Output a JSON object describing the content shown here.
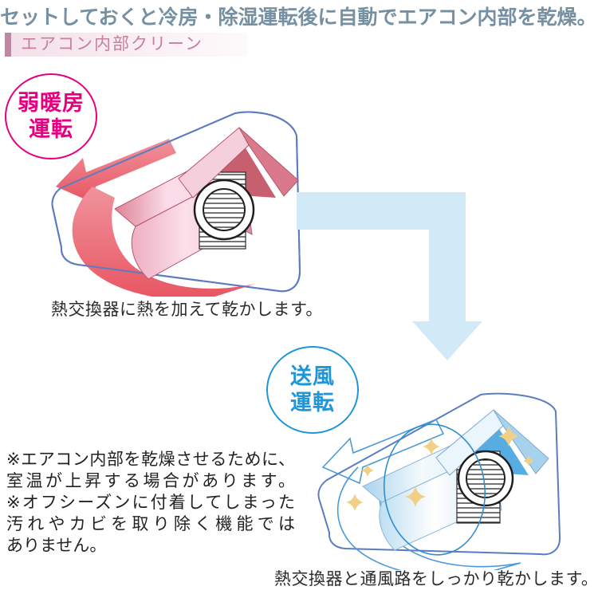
{
  "intro": "セットしておくと冷房・除湿運転後に自動でエアコン内部を乾燥。",
  "section": {
    "title": "エアコン内部クリーン"
  },
  "steps": [
    {
      "badge": {
        "line1": "弱暖房",
        "line2": "運転"
      },
      "caption": "熱交換器に熱を加えて乾かします。",
      "illustration": "aircon-cross-section-heating"
    },
    {
      "badge": {
        "line1": "送風",
        "line2": "運転"
      },
      "caption": "熱交換器と通風路をしっかり乾かします。",
      "illustration": "aircon-cross-section-fan-drying"
    }
  ],
  "notes": {
    "lines": [
      "※エアコン内部を乾燥させるために、",
      "室温が上昇する場合があります。",
      "※オフシーズンに付着してしまった",
      "汚れやカビを取り除く機能では",
      "ありません。"
    ]
  },
  "colors": {
    "accent_magenta": "#e4007f",
    "accent_blue": "#1e96d8",
    "heading_pink": "#c77f9d",
    "heading_bar_pink": "#bd89a2",
    "intro_text": "#7590a2",
    "flow_arrow_fill": "#d2eaf8",
    "body_outline_blue": "#5b7dc0",
    "heat_red": "#e85560",
    "sparkle_yellow": "#f2cf86",
    "note_text": "#222222"
  }
}
